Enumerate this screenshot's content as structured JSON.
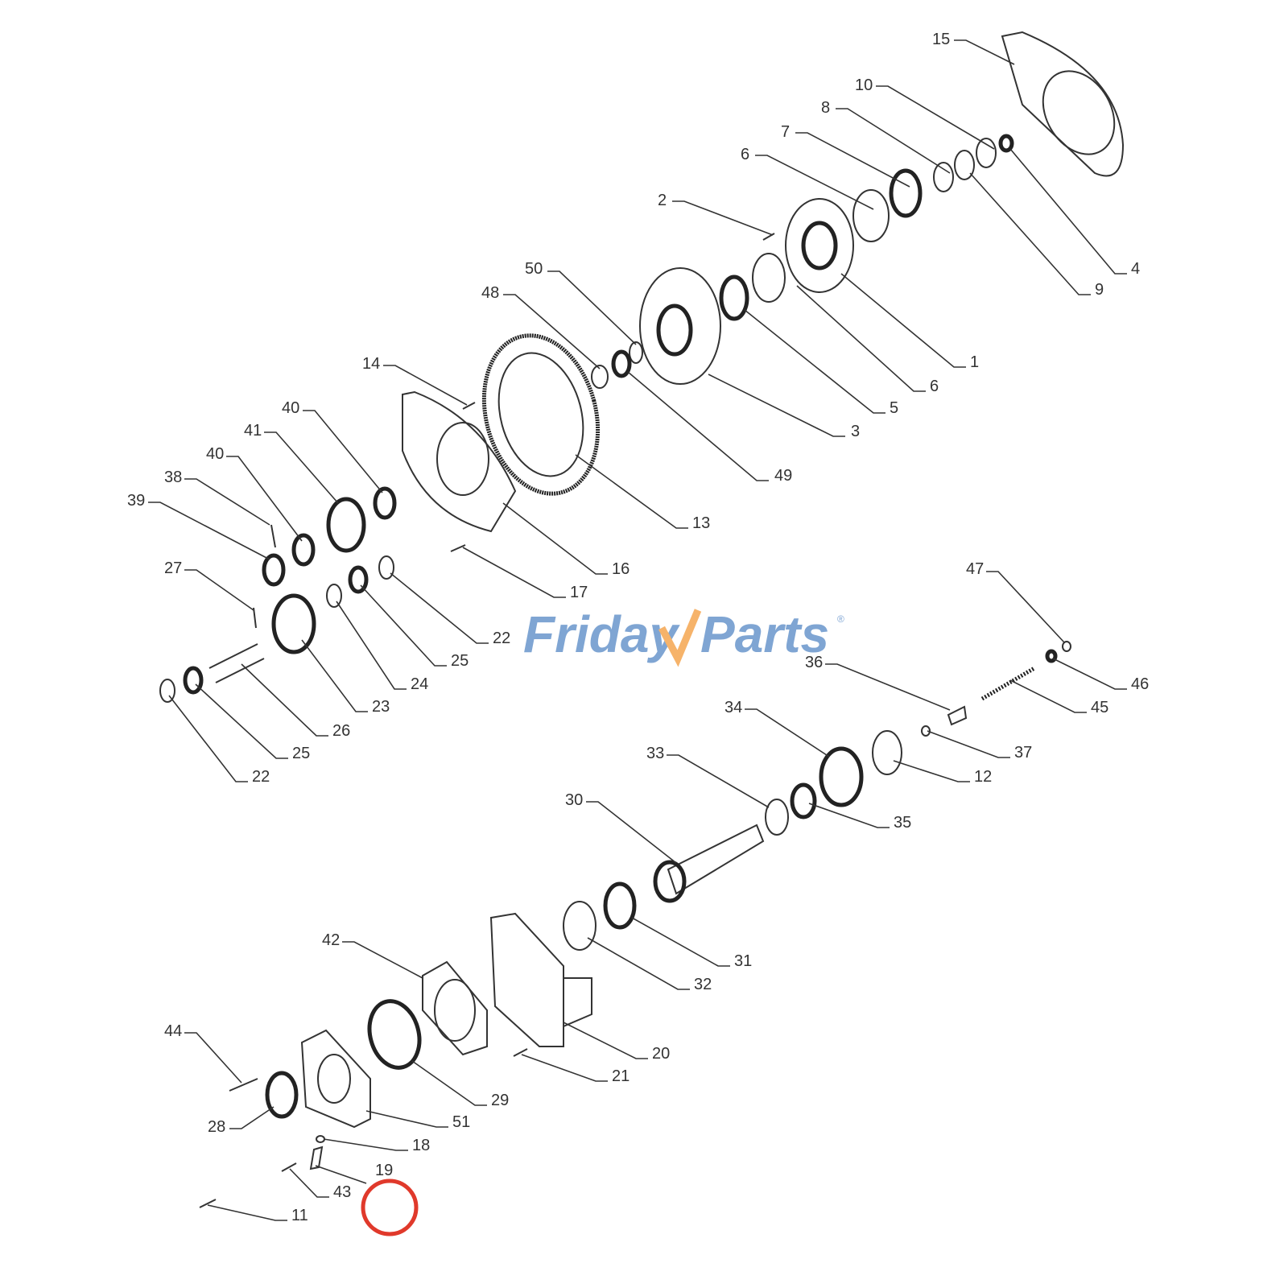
{
  "logo": {
    "text_left": "Friday",
    "text_right": "Parts",
    "registered": "®",
    "color": "#7fa5d3",
    "accent": "#f6b36a"
  },
  "highlight": {
    "target_label": "19",
    "color": "#e0392b"
  },
  "labels": [
    "15",
    "10",
    "8",
    "7",
    "6",
    "2",
    "4",
    "9",
    "1",
    "6",
    "5",
    "3",
    "50",
    "48",
    "49",
    "14",
    "13",
    "40",
    "41",
    "40",
    "38",
    "39",
    "16",
    "17",
    "27",
    "22",
    "25",
    "24",
    "23",
    "26",
    "25",
    "22",
    "47",
    "36",
    "46",
    "45",
    "34",
    "37",
    "12",
    "33",
    "35",
    "30",
    "31",
    "32",
    "42",
    "20",
    "21",
    "44",
    "29",
    "28",
    "51",
    "18",
    "19",
    "43",
    "11"
  ]
}
